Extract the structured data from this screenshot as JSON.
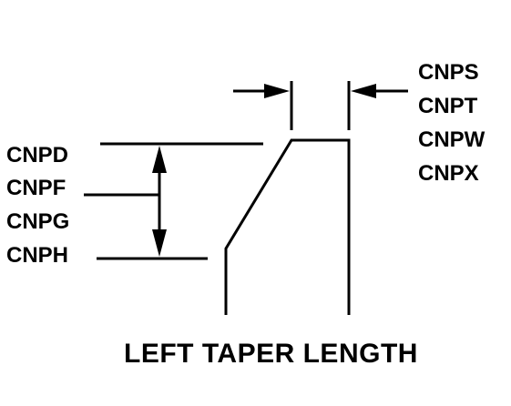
{
  "diagram": {
    "title": "LEFT TAPER LENGTH",
    "right_labels": [
      "CNPS",
      "CNPT",
      "CNPW",
      "CNPX"
    ],
    "left_labels": [
      "CNPD",
      "CNPF",
      "CNPG",
      "CNPH"
    ]
  }
}
